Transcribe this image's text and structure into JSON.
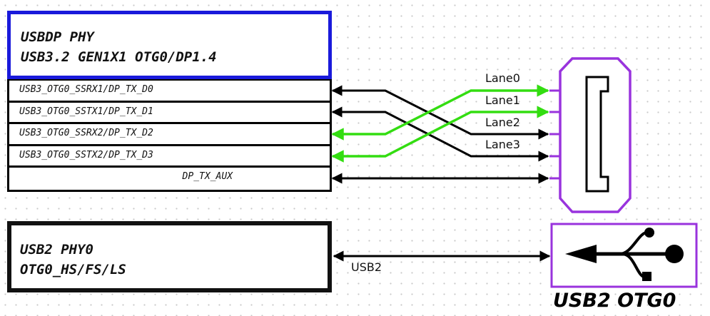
{
  "usbdp_phy": {
    "title_line1": "USBDP PHY",
    "title_line2": "USB3.2 GEN1X1 OTG0/DP1.4",
    "signals": [
      "USB3_OTG0_SSRX1/DP_TX_D0",
      "USB3_OTG0_SSTX1/DP_TX_D1",
      "USB3_OTG0_SSRX2/DP_TX_D2",
      "USB3_OTG0_SSTX2/DP_TX_D3",
      "DP_TX_AUX"
    ]
  },
  "lanes": [
    "Lane0",
    "Lane1",
    "Lane2",
    "Lane3"
  ],
  "usb2_phy": {
    "title_line1": "USB2 PHY0",
    "title_line2": "OTG0_HS/FS/LS"
  },
  "usb2_link_label": "USB2",
  "usb2_port_label": "USB2 OTG0",
  "colors": {
    "phy_border": "#1a1adb",
    "lane_green": "#33dd11",
    "connector_purple": "#9933dd",
    "wire_black": "#000000"
  },
  "icons": {
    "typec": "usb-typec-connector-icon",
    "usb": "usb-trident-icon"
  }
}
